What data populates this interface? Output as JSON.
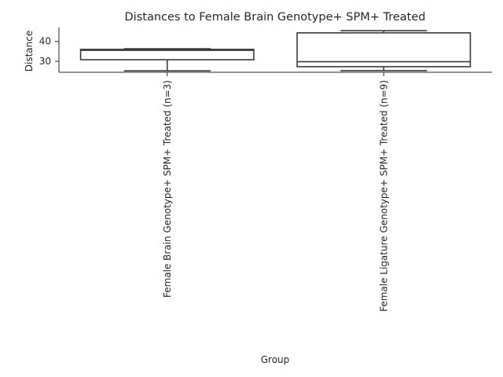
{
  "chart_data": {
    "type": "box",
    "title": "Distances to Female Brain Genotype+ SPM+ Treated",
    "xlabel": "Group",
    "ylabel": "Distance",
    "ylim": [
      24.5,
      47
    ],
    "yticks": [
      30,
      40
    ],
    "grid": false,
    "categories": [
      "Female Brain Genotype+ SPM+ Treated (n=3)",
      "Female Ligature Genotype+ SPM+ Treated (n=9)"
    ],
    "boxes": [
      {
        "whisker_low": 25.2,
        "q1": 30.8,
        "median": 35.5,
        "q3": 36.0,
        "whisker_high": 36.3
      },
      {
        "whisker_low": 25.3,
        "q1": 27.3,
        "median": 29.8,
        "q3": 44.3,
        "whisker_high": 45.4
      }
    ]
  }
}
